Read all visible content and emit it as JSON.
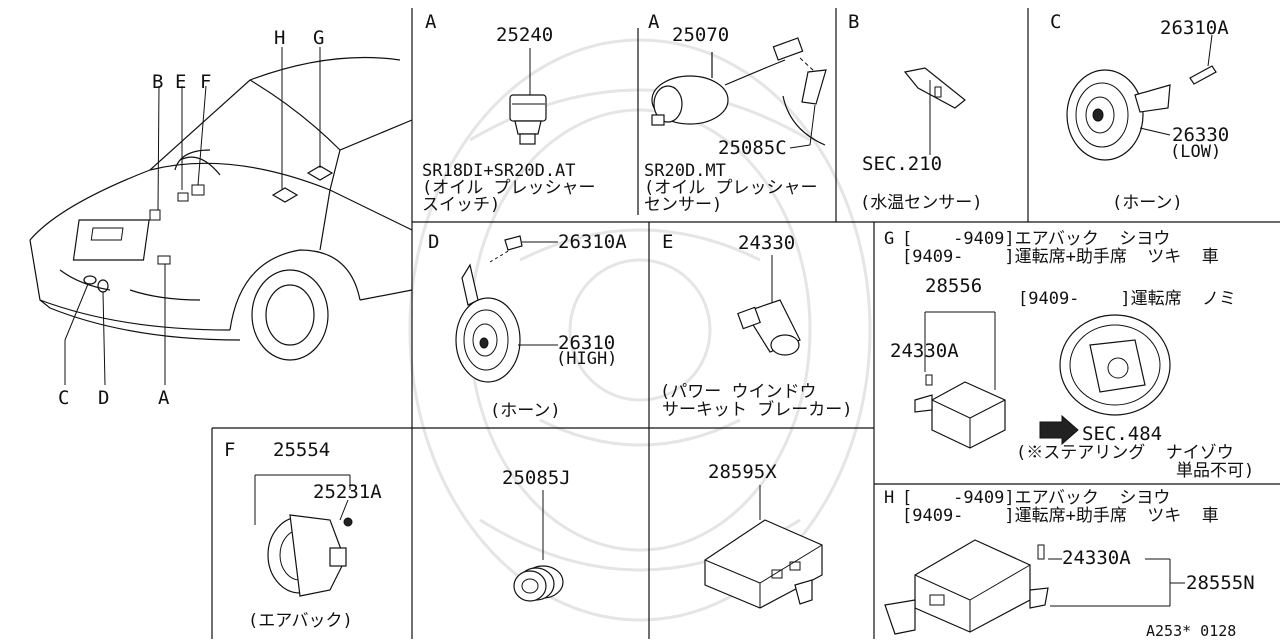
{
  "diagram": {
    "car_callouts": {
      "B": "B",
      "E": "E",
      "F": "F",
      "H": "H",
      "G": "G",
      "C": "C",
      "D": "D",
      "A": "A"
    },
    "sections": {
      "A1": {
        "letter": "A",
        "part": "25240",
        "caption1": "SR18DI+SR20D.AT",
        "caption2": "(オイル プレッシャー",
        "caption3": "スイッチ)"
      },
      "A2": {
        "letter": "A",
        "part": "25070",
        "part2": "25085C",
        "caption1": "SR20D.MT",
        "caption2": "(オイル プレッシャー",
        "caption3": "センサー)"
      },
      "B": {
        "letter": "B",
        "ref": "SEC.210",
        "caption": "(水温センサー)"
      },
      "C": {
        "letter": "C",
        "part": "26310A",
        "part2": "26330",
        "part2_note": "(LOW)",
        "caption": "(ホーン)"
      },
      "D": {
        "letter": "D",
        "part": "26310A",
        "part2": "26310",
        "part2_note": "(HIGH)",
        "caption": "(ホーン)"
      },
      "E": {
        "letter": "E",
        "part": "24330",
        "caption1": "(パワー ウインドウ",
        "caption2": "サーキット ブレーカー)"
      },
      "G": {
        "letter": "G",
        "line1": "[    -9409]エアバック  シヨウ",
        "line2": "[9409-    ]運転席+助手席  ツキ  車",
        "part": "28556",
        "part2": "24330A",
        "alt": "[9409-    ]運転席  ノミ",
        "ref": "SEC.484",
        "note1": "(※ステアリング  ナイゾウ",
        "note2": "単品不可)"
      },
      "F": {
        "letter": "F",
        "part": "25554",
        "part2": "25231A",
        "caption": "(エアバック)"
      },
      "M1": {
        "part": "25085J"
      },
      "M2": {
        "part": "28595X"
      },
      "H": {
        "letter": "H",
        "line1": "[    -9409]エアバック  シヨウ",
        "line2": "[9409-    ]運転席+助手席  ツキ  車",
        "part": "24330A",
        "part2": "28555N"
      }
    },
    "drawing_code": "A253* 0128"
  }
}
